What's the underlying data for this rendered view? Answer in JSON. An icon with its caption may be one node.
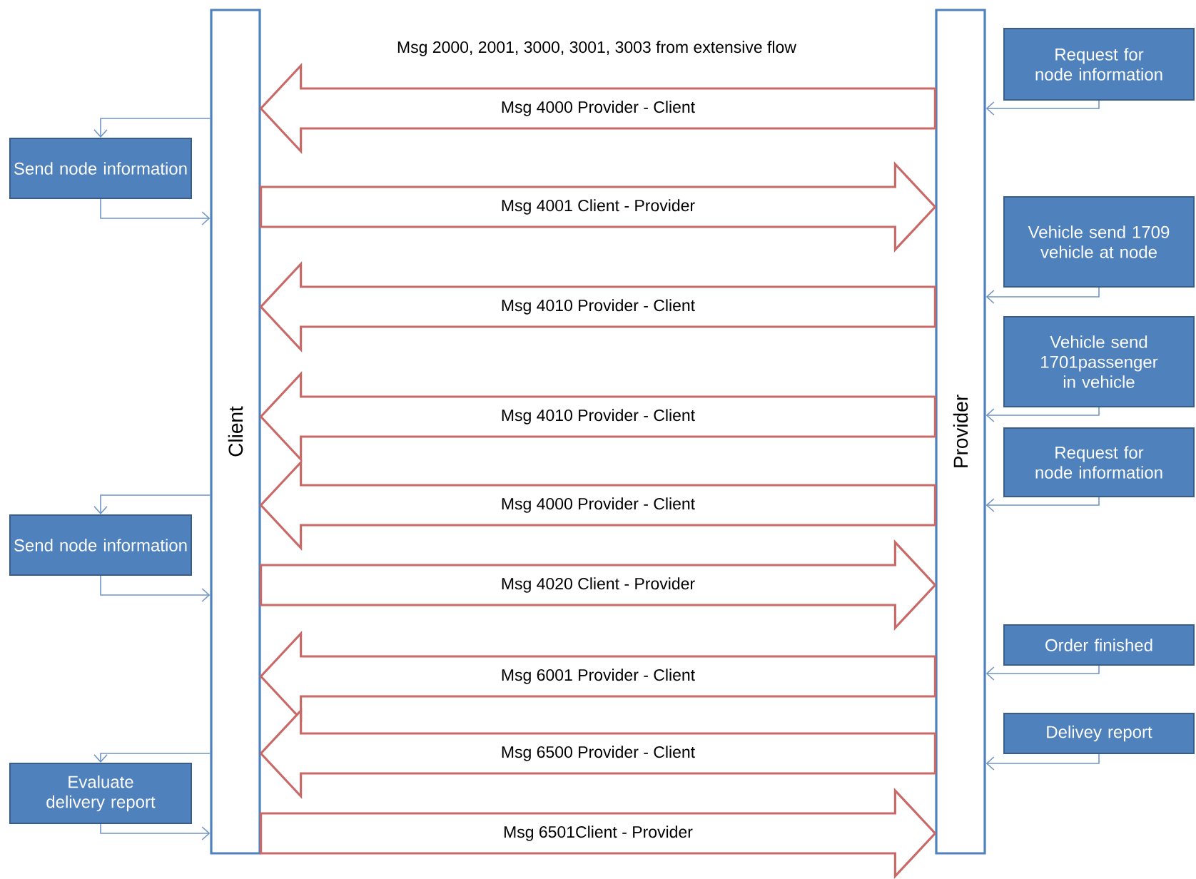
{
  "diagram": {
    "nodes": [
      {
        "text": [
          "Client"
        ]
      },
      {
        "text": [
          "Provider"
        ]
      },
      {
        "text": [
          "Send node information"
        ]
      },
      {
        "text": [
          "Send node information"
        ]
      },
      {
        "text": [
          "Evaluate delivery report"
        ]
      },
      {
        "text": [
          "Request for node information"
        ]
      },
      {
        "text": [
          "Vehicle send 1709 vehicle at node"
        ]
      },
      {
        "text": [
          "Vehicle send 1701passenger in vehicle"
        ]
      },
      {
        "text": [
          "Request for node information"
        ]
      },
      {
        "text": [
          "Order finished"
        ]
      },
      {
        "text": [
          "Delivey report"
        ]
      }
    ],
    "edges": [
      {
        "from": 1,
        "to": 0,
        "arrow": "to",
        "label": "Msg 4000 Provider - Client",
        "color": "#c0504d"
      },
      {
        "from": 0,
        "to": 1,
        "arrow": "to",
        "label": "Msg 4001 Client - Provider",
        "color": "#c0504d"
      },
      {
        "from": 1,
        "to": 0,
        "arrow": "to",
        "label": "Msg 4010 Provider - Client",
        "color": "#c0504d"
      },
      {
        "from": 1,
        "to": 0,
        "arrow": "to",
        "label": "Msg 4010 Provider - Client",
        "color": "#c0504d"
      },
      {
        "from": 1,
        "to": 0,
        "arrow": "to",
        "label": "Msg 4000 Provider - Client",
        "color": "#c0504d"
      },
      {
        "from": 0,
        "to": 1,
        "arrow": "to",
        "label": "Msg 4020 Client - Provider",
        "color": "#c0504d"
      },
      {
        "from": 1,
        "to": 0,
        "arrow": "to",
        "label": "Msg 6001 Provider - Client",
        "color": "#c0504d"
      },
      {
        "from": 1,
        "to": 0,
        "arrow": "to",
        "label": "Msg 6500 Provider - Client",
        "color": "#c0504d"
      },
      {
        "from": 0,
        "to": 1,
        "arrow": "to",
        "label": "Msg 6501Client - Provider",
        "color": "#c0504d"
      },
      {
        "from": 0,
        "to": 2,
        "arrow": "to"
      },
      {
        "from": 2,
        "to": 0,
        "arrow": "to"
      },
      {
        "from": 0,
        "to": 3,
        "arrow": "to"
      },
      {
        "from": 3,
        "to": 0,
        "arrow": "to"
      },
      {
        "from": 0,
        "to": 4,
        "arrow": "to"
      },
      {
        "from": 4,
        "to": 0,
        "arrow": "to"
      },
      {
        "from": 5,
        "to": 1,
        "arrow": "to"
      },
      {
        "from": 6,
        "to": 1,
        "arrow": "to"
      },
      {
        "from": 7,
        "to": 1,
        "arrow": "to"
      },
      {
        "from": 8,
        "to": 1,
        "arrow": "to"
      },
      {
        "from": 9,
        "to": 1,
        "arrow": "to"
      },
      {
        "from": 10,
        "to": 1,
        "arrow": "to"
      }
    ],
    "labels": [
      "Msg 2000, 2001, 3000, 3001, 3003 from extensive flow"
    ]
  }
}
